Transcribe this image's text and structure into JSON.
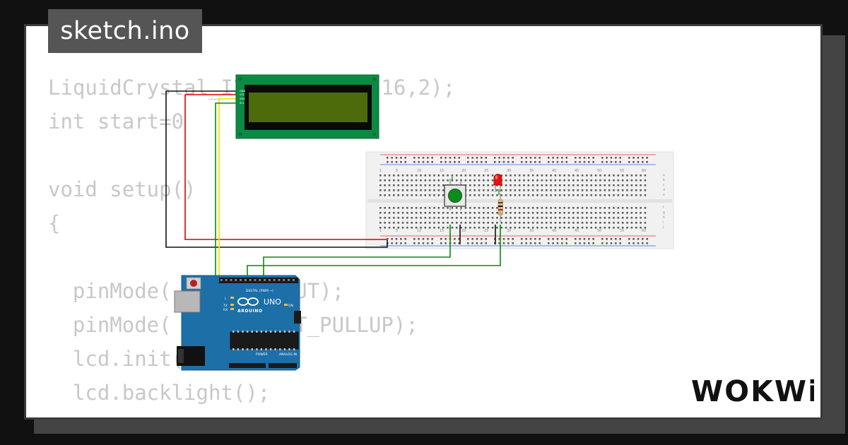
{
  "file_tab": {
    "label": "sketch.ino"
  },
  "code": {
    "lines": [
      "LiquidCrystal_I2C lcd(0x27,16,2);",
      "int start=0",
      "",
      "void setup()",
      "{",
      "",
      "  pinMode(   ,  OUTPUT);",
      "  pinMode(   ,  INPUT_PULLUP);",
      "  lcd.init();",
      "  lcd.backlight();"
    ]
  },
  "arduino": {
    "board_name": "UNO",
    "brand": "ARDUINO",
    "header_digital": "DIGITAL (PWM ~)",
    "header_power": "POWER",
    "header_analog": "ANALOG IN",
    "led_l": "L",
    "led_tx": "TX",
    "led_rx": "RX",
    "on_label": "ON"
  },
  "breadboard": {
    "column_numbers": [
      "1",
      "5",
      "10",
      "15",
      "20",
      "25",
      "30",
      "35",
      "40",
      "45",
      "50",
      "55",
      "60"
    ],
    "row_letters_top": [
      "a",
      "b",
      "c",
      "d",
      "e"
    ],
    "row_letters_bottom": [
      "f",
      "g",
      "h",
      "i",
      "j"
    ]
  },
  "lcd": {
    "pins": [
      "GND",
      "VCC",
      "SDA",
      "SCL"
    ]
  },
  "logo": {
    "text": "WOKWi"
  },
  "colors": {
    "background": "#111111",
    "card": "#ffffff",
    "tab": "#555555",
    "code_text": "#c8c8c8",
    "lcd_pcb": "#0b8a43",
    "lcd_screen": "#4d6b0a",
    "arduino": "#1d6fa8",
    "wire_black": "#111111",
    "wire_red": "#d90000",
    "wire_yellow": "#f2e600",
    "wire_green": "#0a8a0a",
    "button": "#0f8a1e",
    "led": "#e81010"
  }
}
